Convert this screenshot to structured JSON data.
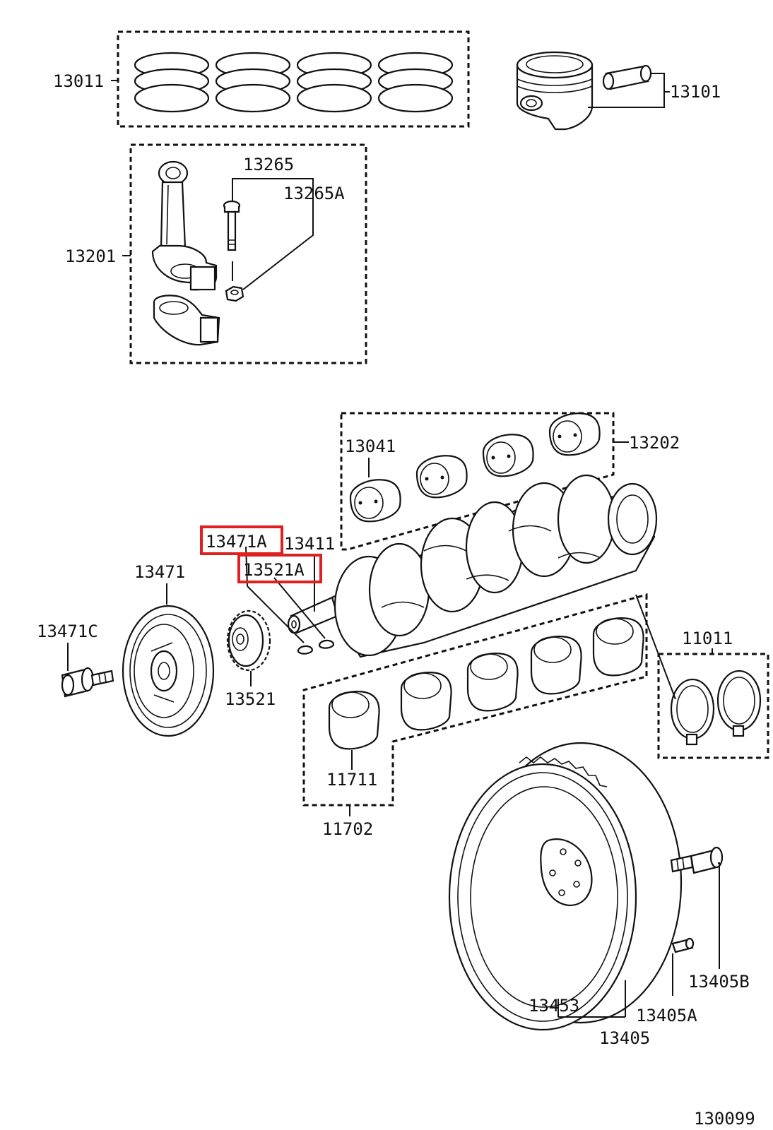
{
  "diagram": {
    "labels": {
      "l13011": "13011",
      "l13101": "13101",
      "l13265": "13265",
      "l13265A": "13265A",
      "l13201": "13201",
      "l13041": "13041",
      "l13202": "13202",
      "l13471A": "13471A",
      "l13411": "13411",
      "l13521A": "13521A",
      "l13471": "13471",
      "l13471C": "13471C",
      "l13521": "13521",
      "l11011": "11011",
      "l11711": "11711",
      "l11702": "11702",
      "l13405B": "13405B",
      "l13453": "13453",
      "l13405A": "13405A",
      "l13405": "13405"
    },
    "figure_number": "130099",
    "highlight_color": "#e02020",
    "highlighted_labels": [
      "13471A",
      "13521A"
    ]
  }
}
